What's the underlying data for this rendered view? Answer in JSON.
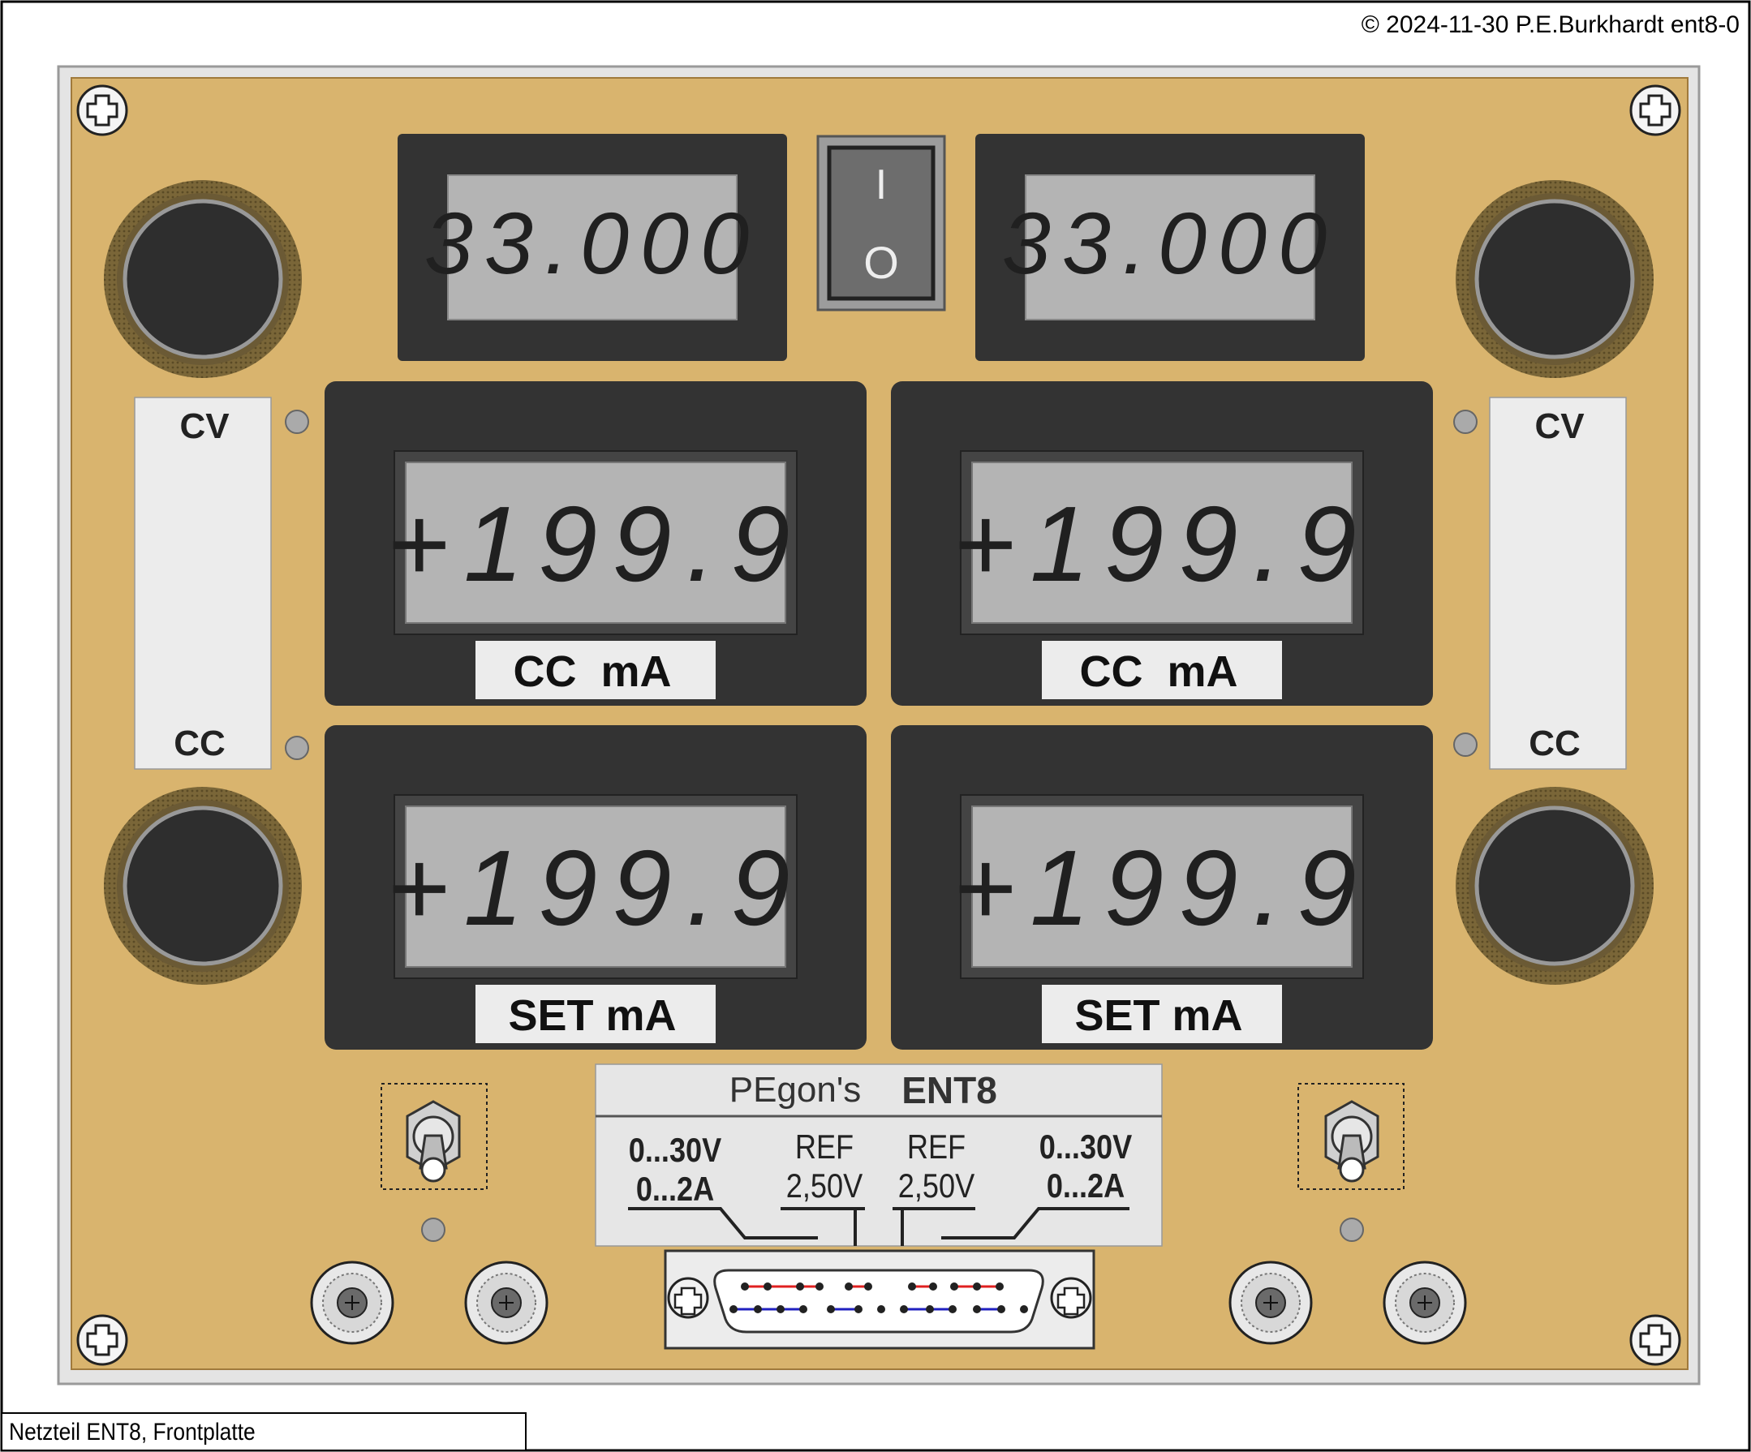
{
  "copyright": "© 2024-11-30 P.E.Burkhardt ent8-0",
  "caption": "Netzteil ENT8, Frontplatte",
  "colors": {
    "panel": "#d9b46e",
    "panel_border": "#a07a3c",
    "frame": "#e4e4e4",
    "bezel": "#333333",
    "lcd": "#b4b4b4",
    "digit": "#202020",
    "label_bg": "#ececec",
    "knob_ring": "#6b5a35",
    "wire_red": "#e02020",
    "wire_blue": "#2020c0"
  },
  "voltage_displays": [
    {
      "reading": "33.000"
    },
    {
      "reading": "33.000"
    }
  ],
  "power_switch": {
    "on_symbol": "I",
    "off_symbol": "O"
  },
  "meters": [
    {
      "reading": "+199.9",
      "label": "CC  mA"
    },
    {
      "reading": "+199.9",
      "label": "CC  mA"
    },
    {
      "reading": "+199.9",
      "label": "SET mA"
    },
    {
      "reading": "+199.9",
      "label": "SET mA"
    }
  ],
  "indicators": [
    {
      "top": "CV",
      "bottom": "CC"
    },
    {
      "top": "CV",
      "bottom": "CC"
    }
  ],
  "nameplate": {
    "brand": "PEgon's",
    "model": "ENT8",
    "left_output": {
      "voltage": "0...30V",
      "current": "0...2A"
    },
    "left_ref": {
      "label": "REF",
      "value": "2,50V"
    },
    "right_ref": {
      "label": "REF",
      "value": "2,50V"
    },
    "right_output": {
      "voltage": "0...30V",
      "current": "0...2A"
    }
  }
}
